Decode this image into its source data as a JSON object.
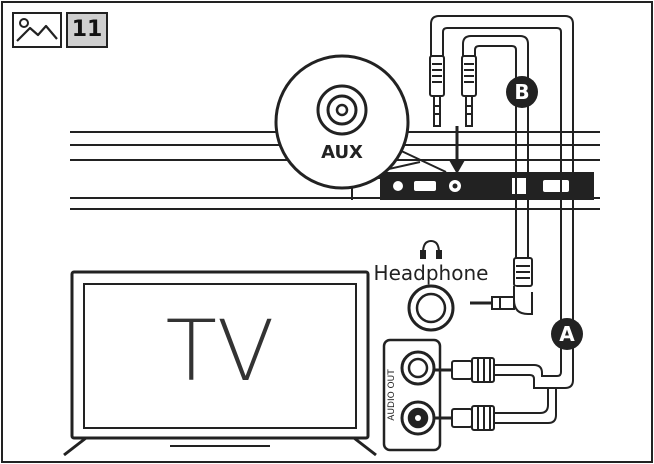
{
  "header": {
    "figure_number": "11",
    "icon": "image-icon"
  },
  "labels": {
    "aux": "AUX",
    "headphone": "Headphone",
    "tv": "TV",
    "audio_out": "AUDIO OUT",
    "cable_a": "A",
    "cable_b": "B"
  },
  "icons": {
    "headphone": "headphone-icon",
    "arrow": "arrow-down-icon"
  },
  "colors": {
    "line": "#222222",
    "badge_fill": "#cfcfcf",
    "marker_fill": "#222222"
  }
}
